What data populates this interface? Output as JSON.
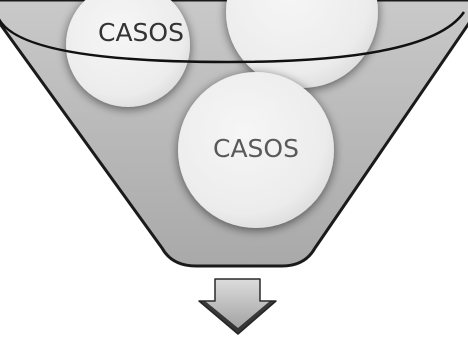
{
  "diagram": {
    "type": "funnel",
    "colors": {
      "funnel_fill": "#b9b9b9",
      "funnel_stroke": "#1a1a1a",
      "ball_fill": "#eeeeee",
      "arrow_fill": "#bdbdbd"
    },
    "balls": [
      {
        "label": "CASOS",
        "position": "top-left"
      },
      {
        "label": "",
        "position": "top-right"
      },
      {
        "label": "CASOS",
        "position": "center"
      }
    ],
    "output_arrow": {
      "direction": "down"
    }
  }
}
